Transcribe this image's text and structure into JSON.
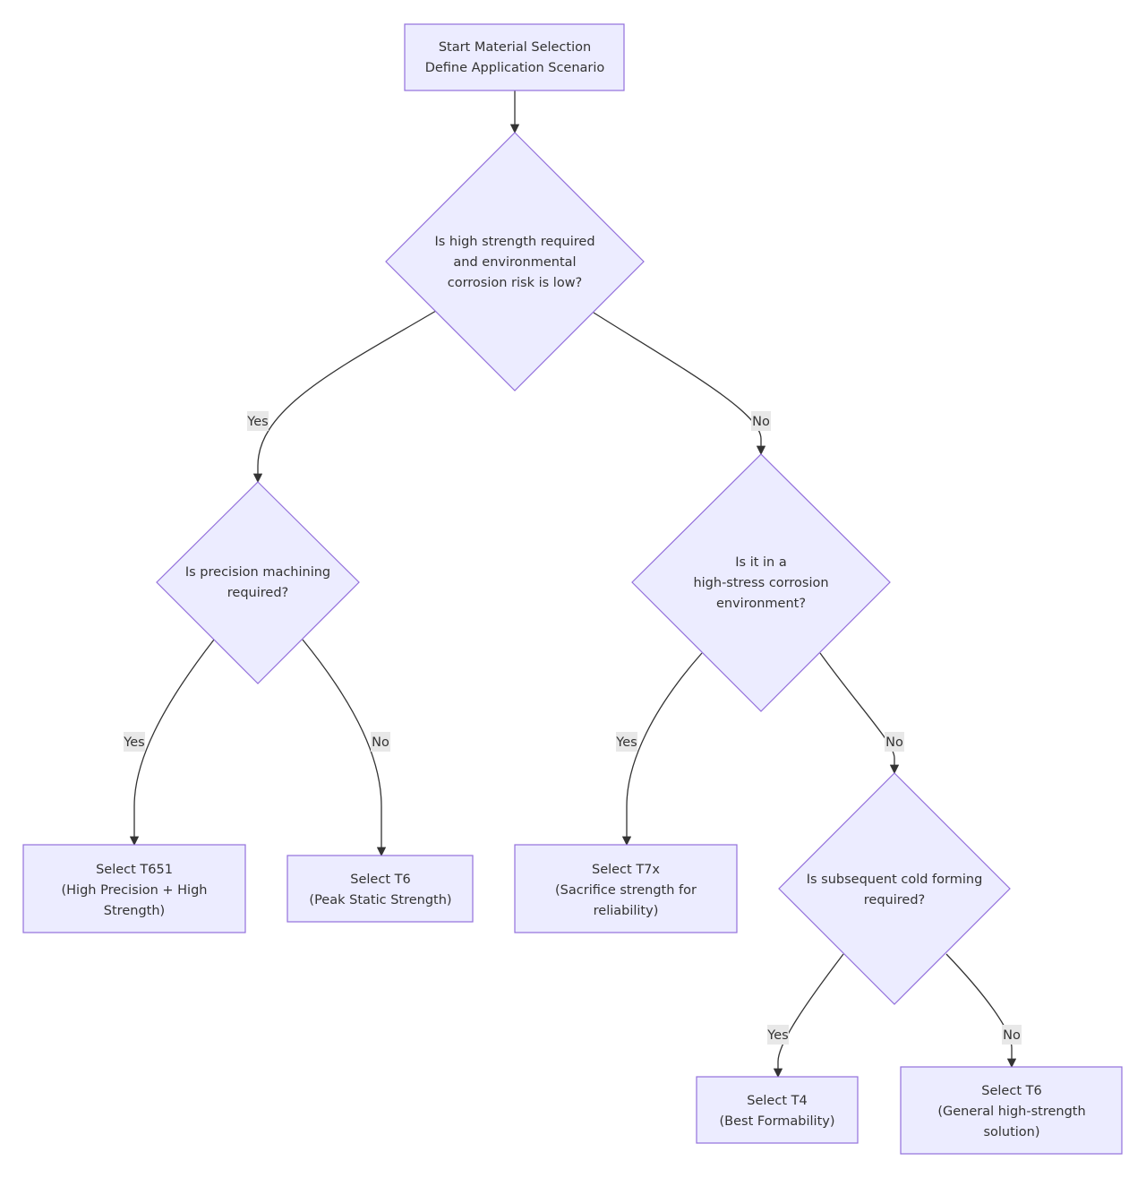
{
  "nodes": {
    "start": {
      "lines": [
        "Start Material Selection",
        "Define Application Scenario"
      ]
    },
    "q_strength": {
      "lines": [
        "Is high strength required",
        "and environmental",
        "corrosion risk is low?"
      ]
    },
    "q_precision": {
      "lines": [
        "Is precision machining",
        "required?"
      ]
    },
    "q_stress": {
      "lines": [
        "Is it in a",
        "high-stress corrosion",
        "environment?"
      ]
    },
    "t651": {
      "lines": [
        "Select T651",
        "(High Precision + High",
        "Strength)"
      ]
    },
    "t6_peak": {
      "lines": [
        "Select T6",
        "(Peak Static Strength)"
      ]
    },
    "t7x": {
      "lines": [
        "Select T7x",
        "(Sacrifice strength for",
        "reliability)"
      ]
    },
    "q_cold": {
      "lines": [
        "Is subsequent cold forming",
        "required?"
      ]
    },
    "t4": {
      "lines": [
        "Select T4",
        "(Best Formability)"
      ]
    },
    "t6_general": {
      "lines": [
        "Select T6",
        "(General high-strength",
        "solution)"
      ]
    }
  },
  "edges": {
    "strength_yes": "Yes",
    "strength_no": "No",
    "precision_yes": "Yes",
    "precision_no": "No",
    "stress_yes": "Yes",
    "stress_no": "No",
    "cold_yes": "Yes",
    "cold_no": "No"
  },
  "colors": {
    "node_fill": "#ECECFF",
    "node_stroke": "#9370DB",
    "edge_stroke": "#333333",
    "label_bg": "#e8e8e8"
  }
}
